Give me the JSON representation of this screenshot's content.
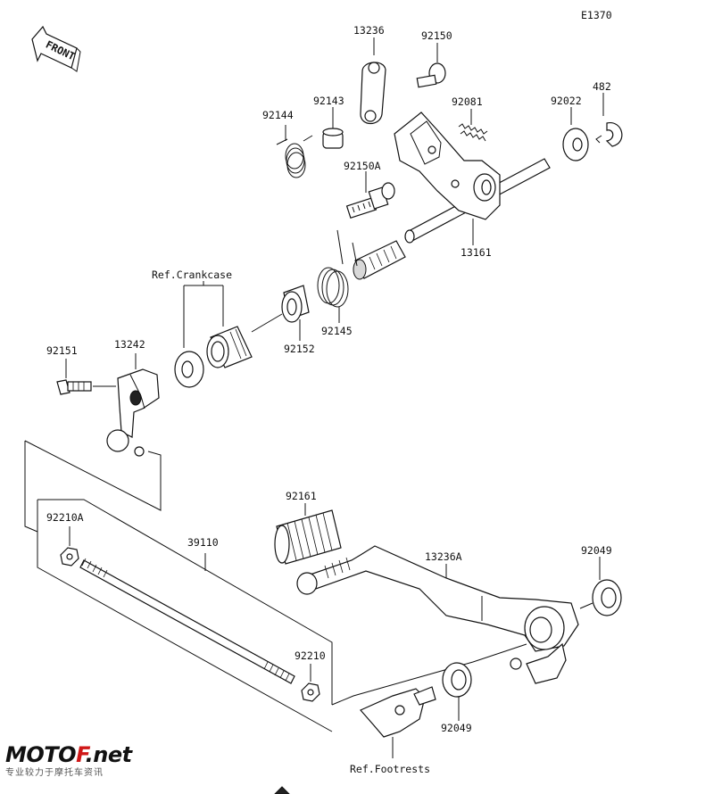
{
  "diagram_code": "E1370",
  "front_label": "FRONT",
  "parts": {
    "p13236": "13236",
    "p92150": "92150",
    "p92143": "92143",
    "p92081": "92081",
    "p92022": "92022",
    "p482": "482",
    "p92144": "92144",
    "p92150A": "92150A",
    "p13161": "13161",
    "p92145": "92145",
    "p92152": "92152",
    "p92151": "92151",
    "p13242": "13242",
    "p92161": "92161",
    "p92210A": "92210A",
    "p39110": "39110",
    "p13236A": "13236A",
    "p92049a": "92049",
    "p92210": "92210",
    "p92049b": "92049"
  },
  "refs": {
    "crankcase": "Ref.Crankcase",
    "footrests": "Ref.Footrests"
  },
  "watermark": {
    "logo_main": "MOTO",
    "logo_accent": "F",
    "logo_suffix": ".net",
    "tagline": "专业较力于摩托车资讯"
  }
}
